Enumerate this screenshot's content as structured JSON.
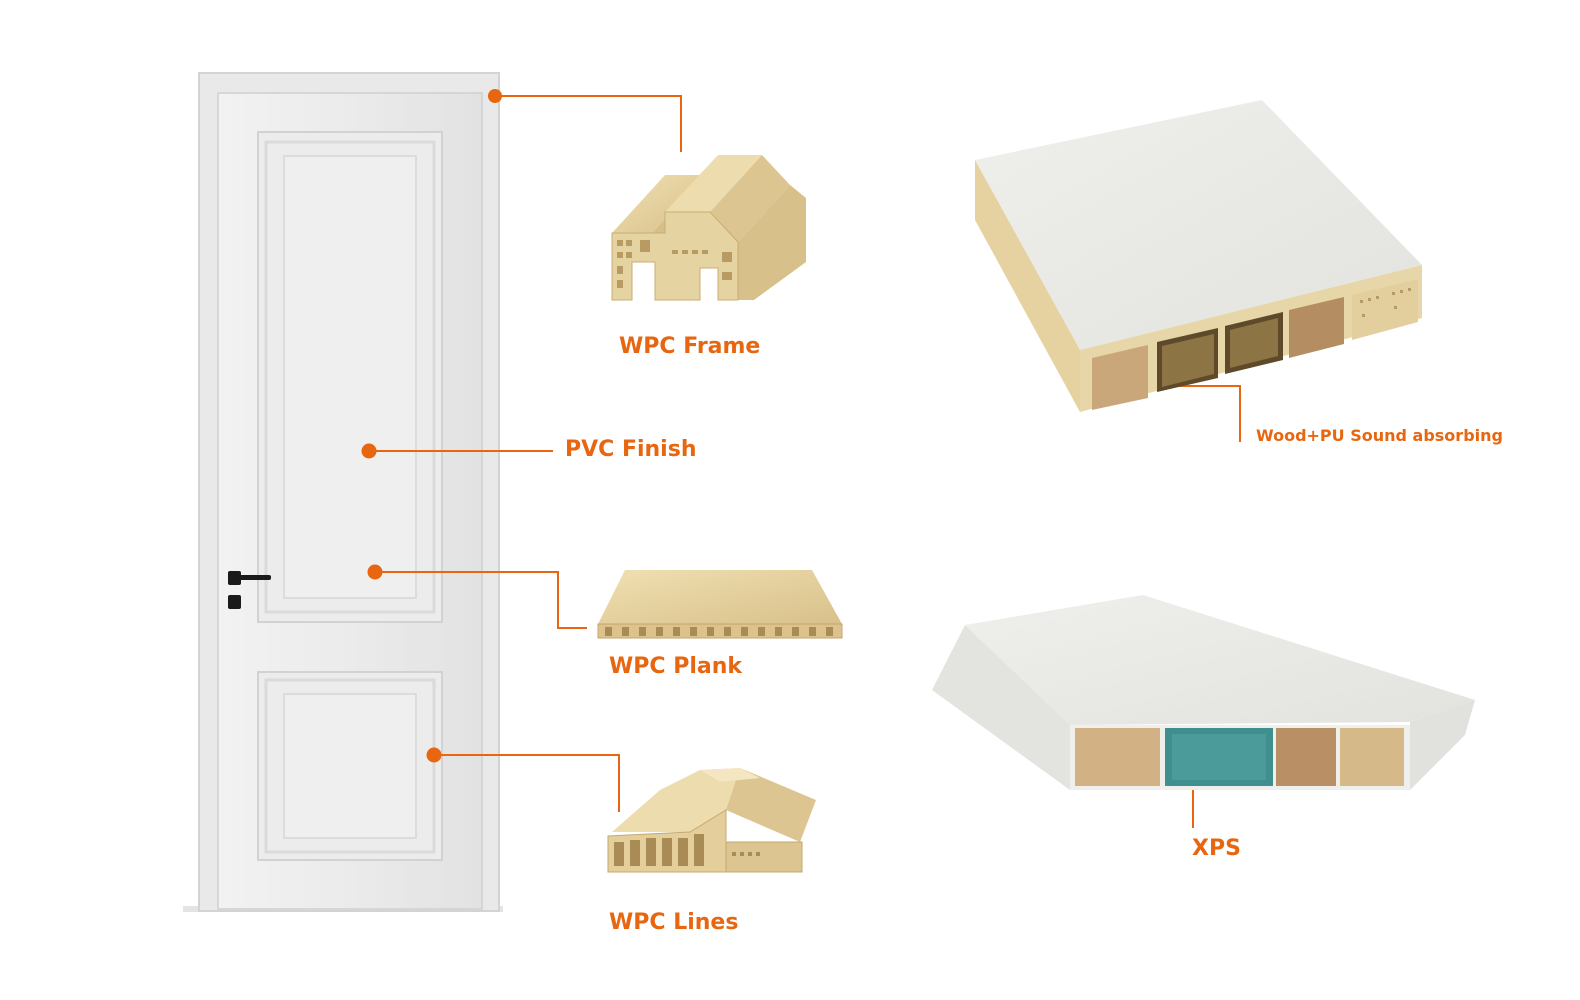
{
  "colors": {
    "accent": "#e8660f",
    "door_white": "#ececec",
    "wpc_tan": "#e3cf9c",
    "wood_tan": "#d9b98a",
    "xps_teal": "#3f8f8e"
  },
  "labels": {
    "wpc_frame": "WPC Frame",
    "pvc_finish": "PVC Finish",
    "wpc_plank": "WPC Plank",
    "wpc_lines": "WPC Lines",
    "wood_pu": "Wood+PU Sound absorbing",
    "xps": "XPS"
  },
  "icons": {
    "handle": "door-handle-icon",
    "lock": "keyhole-icon"
  }
}
